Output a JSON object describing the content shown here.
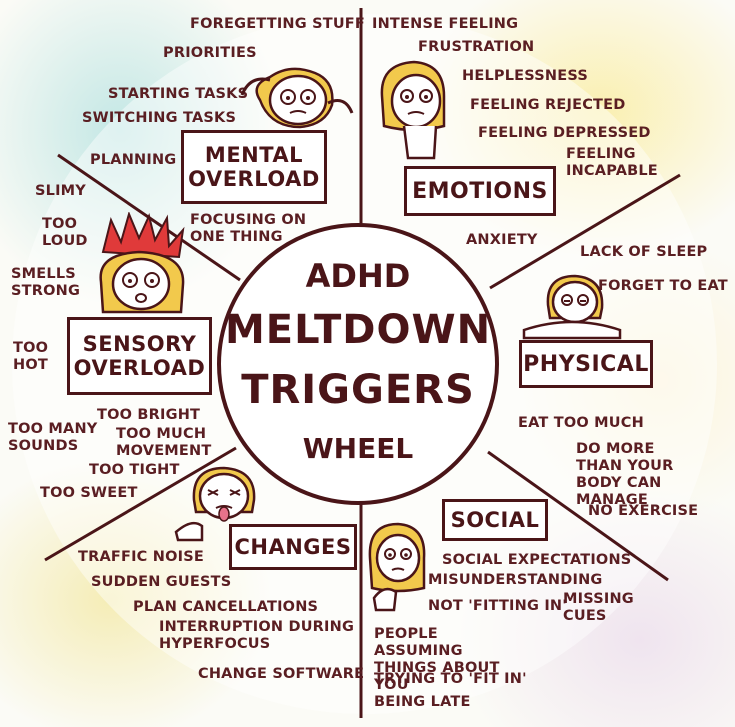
{
  "hub": {
    "line1": "ADHD",
    "line2": "MELTDOWN",
    "line3": "TRIGGERS",
    "line4": "WHEEL"
  },
  "categories": {
    "mental": {
      "line1": "MENTAL",
      "line2": "OVERLOAD"
    },
    "emotions": {
      "label": "EMOTIONS"
    },
    "physical": {
      "label": "PHYSICAL"
    },
    "social": {
      "label": "SOCIAL"
    },
    "changes": {
      "label": "CHANGES"
    },
    "sensory": {
      "line1": "SENSORY",
      "line2": "OVERLOAD"
    }
  },
  "mental_items": [
    "FOREGETTING STUFF",
    "PRIORITIES",
    "STARTING TASKS",
    "SWITCHING TASKS",
    "PLANNING",
    "FOCUSING ON ONE THING"
  ],
  "emotion_items": [
    "INTENSE FEELING",
    "FRUSTRATION",
    "HELPLESSNESS",
    "FEELING REJECTED",
    "FEELING DEPRESSED",
    "FEELING INCAPABLE",
    "ANXIETY"
  ],
  "physical_items": [
    "LACK OF SLEEP",
    "FORGET TO EAT",
    "EAT TOO MUCH",
    "DO MORE THAN YOUR BODY CAN MANAGE",
    "NO EXERCISE"
  ],
  "social_items": [
    "SOCIAL EXPECTATIONS",
    "MISUNDERSTANDING",
    "NOT 'FITTING IN'",
    "MISSING CUES",
    "PEOPLE ASSUMING THINGS ABOUT YOU",
    "TRYING TO 'FIT IN'",
    "BEING LATE"
  ],
  "changes_items": [
    "TRAFFIC NOISE",
    "SUDDEN GUESTS",
    "PLAN CANCELLATIONS",
    "INTERRUPTION DURING HYPERFOCUS",
    "CHANGE SOFTWARE"
  ],
  "sensory_items": [
    "SLIMY",
    "TOO LOUD",
    "SMELLS STRONG",
    "TOO HOT",
    "TOO BRIGHT",
    "TOO MANY SOUNDS",
    "TOO MUCH MOVEMENT",
    "TOO TIGHT",
    "TOO SWEET"
  ],
  "colors": {
    "ink": "#4a1518",
    "text": "#5a1e22",
    "hair": "#f2c94c",
    "flame": "#e03a3a"
  },
  "icons": [
    "thinking-person-icon",
    "worried-person-icon",
    "tired-person-icon",
    "angry-person-icon",
    "disgusted-person-icon",
    "shy-person-icon"
  ]
}
